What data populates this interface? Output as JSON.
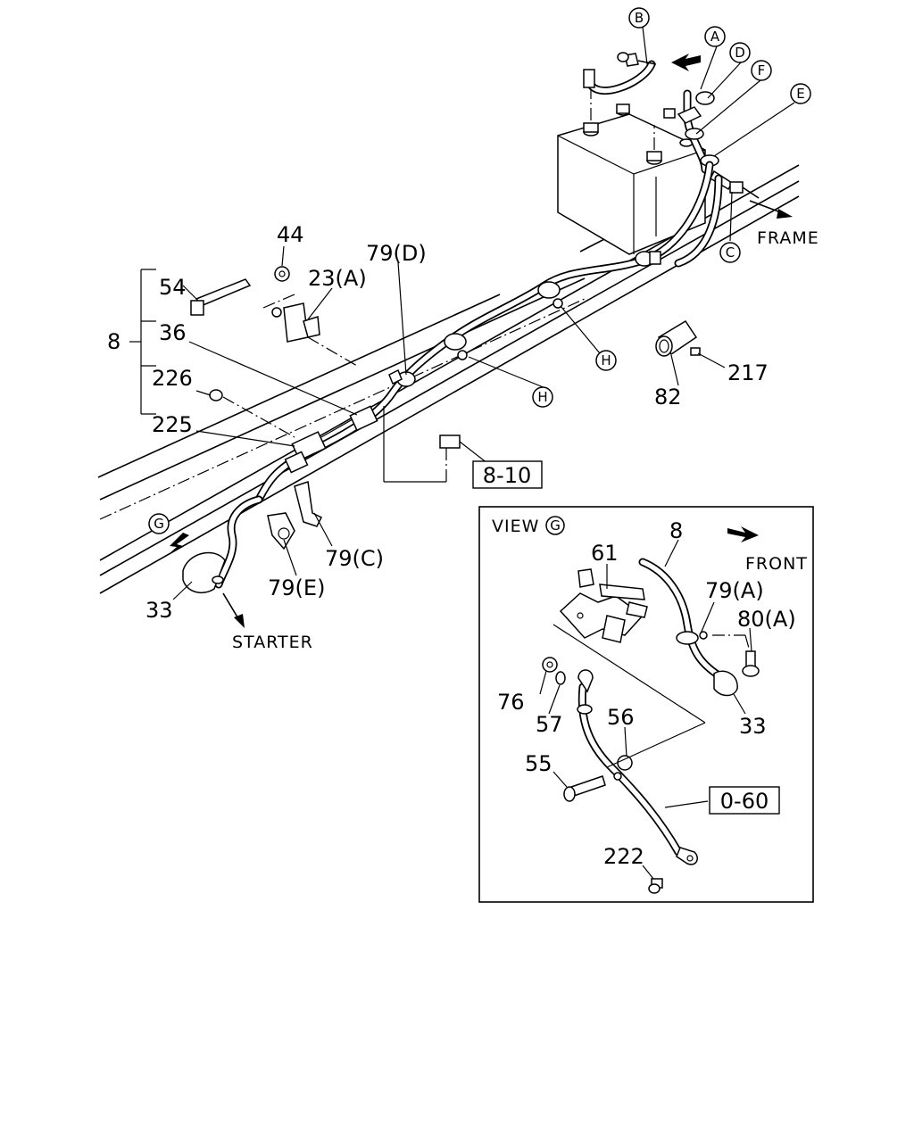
{
  "labels": {
    "frame": "FRAME",
    "starter": "STARTER",
    "view_title": "VIEW",
    "front": "FRONT",
    "ref_8_10": "8-10",
    "ref_0_60": "0-60"
  },
  "callouts": {
    "c8": "8",
    "c54": "54",
    "c36": "36",
    "c226": "226",
    "c225": "225",
    "c44": "44",
    "c23a": "23(A)",
    "c79d": "79(D)",
    "c79c": "79(C)",
    "c79e": "79(E)",
    "c33": "33",
    "c82": "82",
    "c217": "217",
    "v61": "61",
    "v8": "8",
    "v79a": "79(A)",
    "v80a": "80(A)",
    "v76": "76",
    "v57": "57",
    "v56": "56",
    "v55": "55",
    "v33": "33",
    "v222": "222"
  },
  "circle_letters": {
    "a": "A",
    "b": "B",
    "c": "C",
    "d": "D",
    "e": "E",
    "f": "F",
    "g1": "G",
    "g2": "G",
    "h1": "H",
    "h2": "H"
  }
}
